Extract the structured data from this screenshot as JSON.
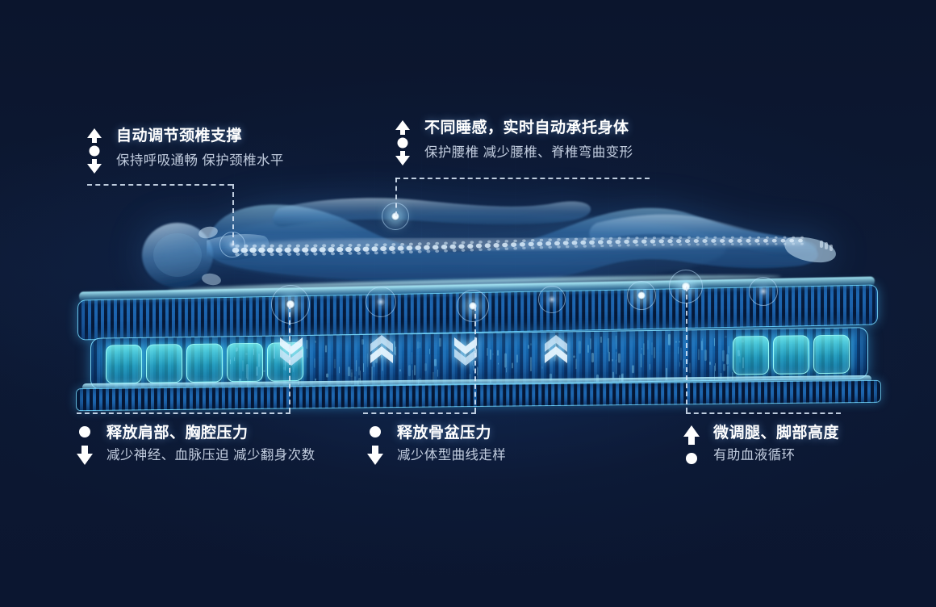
{
  "meta": {
    "background_color": "#0c1730",
    "accent_cyan": "#6ef0f0",
    "accent_blue": "#2b8ad4",
    "title_color": "#ffffff",
    "subtitle_color": "#c2cddf"
  },
  "callouts": [
    {
      "id": "neck-support",
      "position": "top-left",
      "icon": "arrow-up-dot-arrow-down-icon",
      "title": "自动调节颈椎支撑",
      "subtitle": "保持呼吸通畅  保护颈椎水平"
    },
    {
      "id": "auto-body-support",
      "position": "top-center",
      "icon": "arrow-up-dot-arrow-down-icon",
      "title": "不同睡感，实时自动承托身体",
      "subtitle": "保护腰椎  减少腰椎、脊椎弯曲变形"
    },
    {
      "id": "shoulder-chest-pressure",
      "position": "bottom-left",
      "icon": "dot-arrow-down-icon",
      "title": "释放肩部、胸腔压力",
      "subtitle": "减少神经、血脉压迫  减少翻身次数"
    },
    {
      "id": "pelvis-pressure",
      "position": "bottom-center",
      "icon": "dot-arrow-down-icon",
      "title": "释放骨盆压力",
      "subtitle": "减少体型曲线走样"
    },
    {
      "id": "leg-foot-height",
      "position": "bottom-right",
      "icon": "arrow-up-dot-icon",
      "title": "微调腿、脚部高度",
      "subtitle": "有助血液循环"
    }
  ],
  "mattress": {
    "layers": [
      {
        "name": "top-comfort-layer"
      },
      {
        "name": "pocket-coil-core-layer"
      },
      {
        "name": "support-base-layer"
      }
    ],
    "pressure_indicators": [
      {
        "name": "chevron-down",
        "direction": "down"
      },
      {
        "name": "chevron-up",
        "direction": "up"
      },
      {
        "name": "chevron-down",
        "direction": "down"
      },
      {
        "name": "chevron-up",
        "direction": "up"
      }
    ],
    "sensor_nodes": 8
  },
  "figure": {
    "name": "side-sleeping-human-xray",
    "features": [
      "head",
      "shoulder",
      "spine",
      "hip",
      "leg",
      "foot"
    ]
  }
}
